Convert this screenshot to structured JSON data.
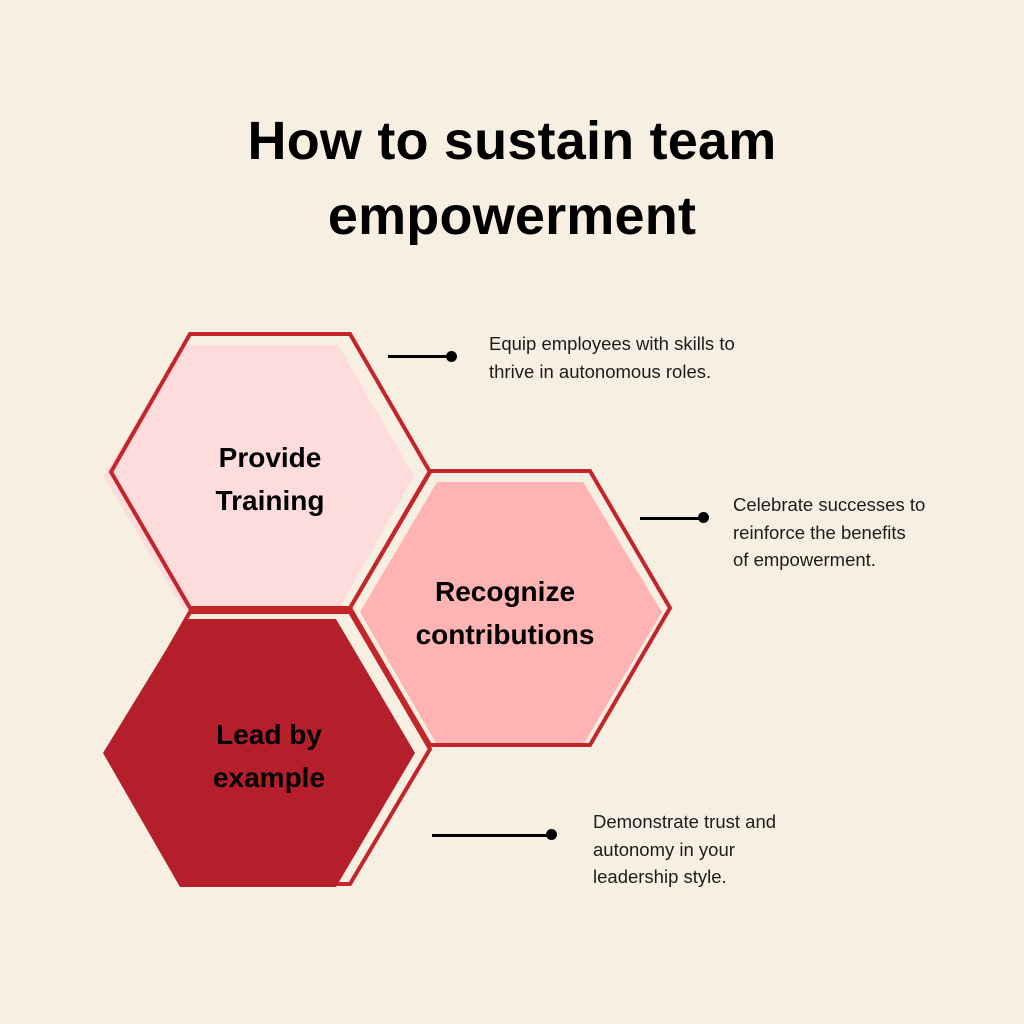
{
  "title": {
    "line1": "How to sustain team",
    "line2": "empowerment"
  },
  "colors": {
    "background": "#f8efe3",
    "outline": "#c4252b",
    "hex_training_fill": "#ffdcdc",
    "hex_recognize_fill": "#ffb3b3",
    "hex_lead_fill": "#b51f2b"
  },
  "items": [
    {
      "label_line1": "Provide",
      "label_line2": "Training",
      "caption_line1": "Equip employees with skills to",
      "caption_line2": "thrive in autonomous roles.",
      "caption_line3": ""
    },
    {
      "label_line1": "Recognize",
      "label_line2": "contributions",
      "caption_line1": "Celebrate successes to",
      "caption_line2": "reinforce the benefits",
      "caption_line3": "of empowerment."
    },
    {
      "label_line1": "Lead by",
      "label_line2": "example",
      "caption_line1": "Demonstrate trust and",
      "caption_line2": "autonomy in your",
      "caption_line3": "leadership style."
    }
  ]
}
